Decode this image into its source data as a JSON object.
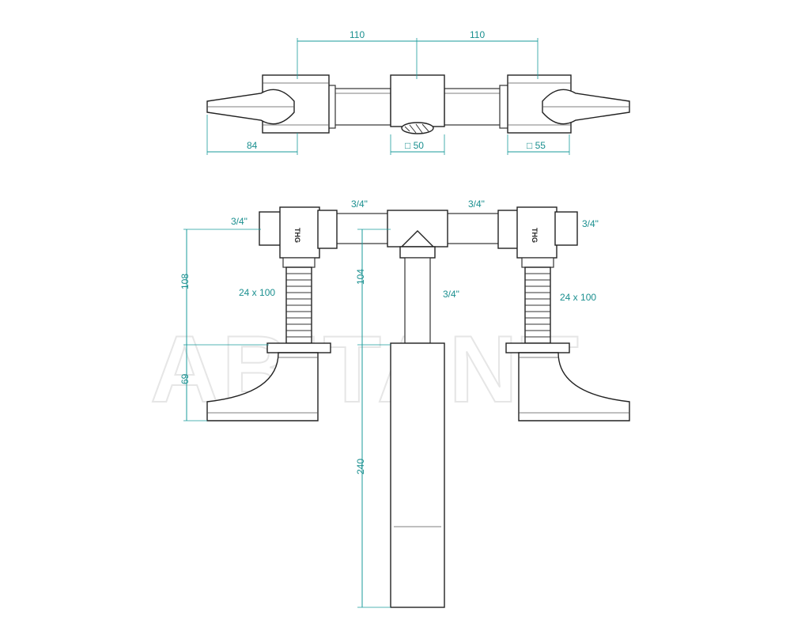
{
  "watermark": "ABITANT",
  "top_view": {
    "dim_left_spacing": "110",
    "dim_right_spacing": "110",
    "dim_lever_length": "84",
    "dim_spout_square": "□ 50",
    "dim_handle_square": "□ 55"
  },
  "front_view": {
    "thread_left_inlet": "3/4\"",
    "thread_top_left": "3/4\"",
    "thread_top_right": "3/4\"",
    "thread_right_inlet": "3/4\"",
    "thread_center": "3/4\"",
    "hose_left": "24 x 100",
    "hose_right": "24 x 100",
    "dim_left_height": "108",
    "dim_left_handle": "69",
    "dim_center_body": "104",
    "dim_spout_length": "240",
    "stamp_left": "THG",
    "stamp_right": "THG"
  },
  "colors": {
    "dimension": "#1a9b9b",
    "outline": "#333333"
  }
}
